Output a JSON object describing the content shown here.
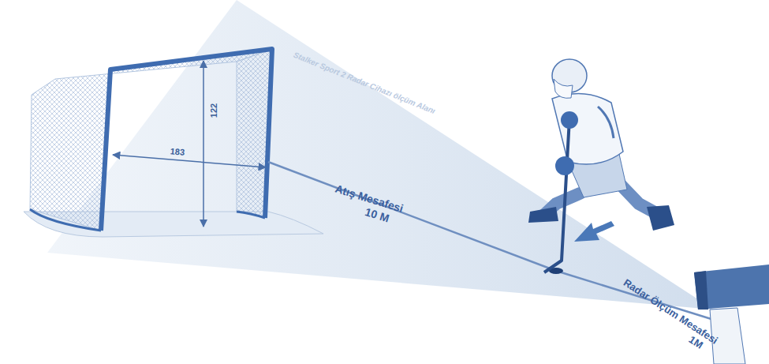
{
  "diagram": {
    "labels": [
      "183",
      "122",
      "Stalker Sport 2 Radar Cihazı ölçüm Alanı",
      "Atış Mesafesi",
      "10 M",
      "Radar Ölçüm Mesafesi",
      "1M"
    ]
  }
}
